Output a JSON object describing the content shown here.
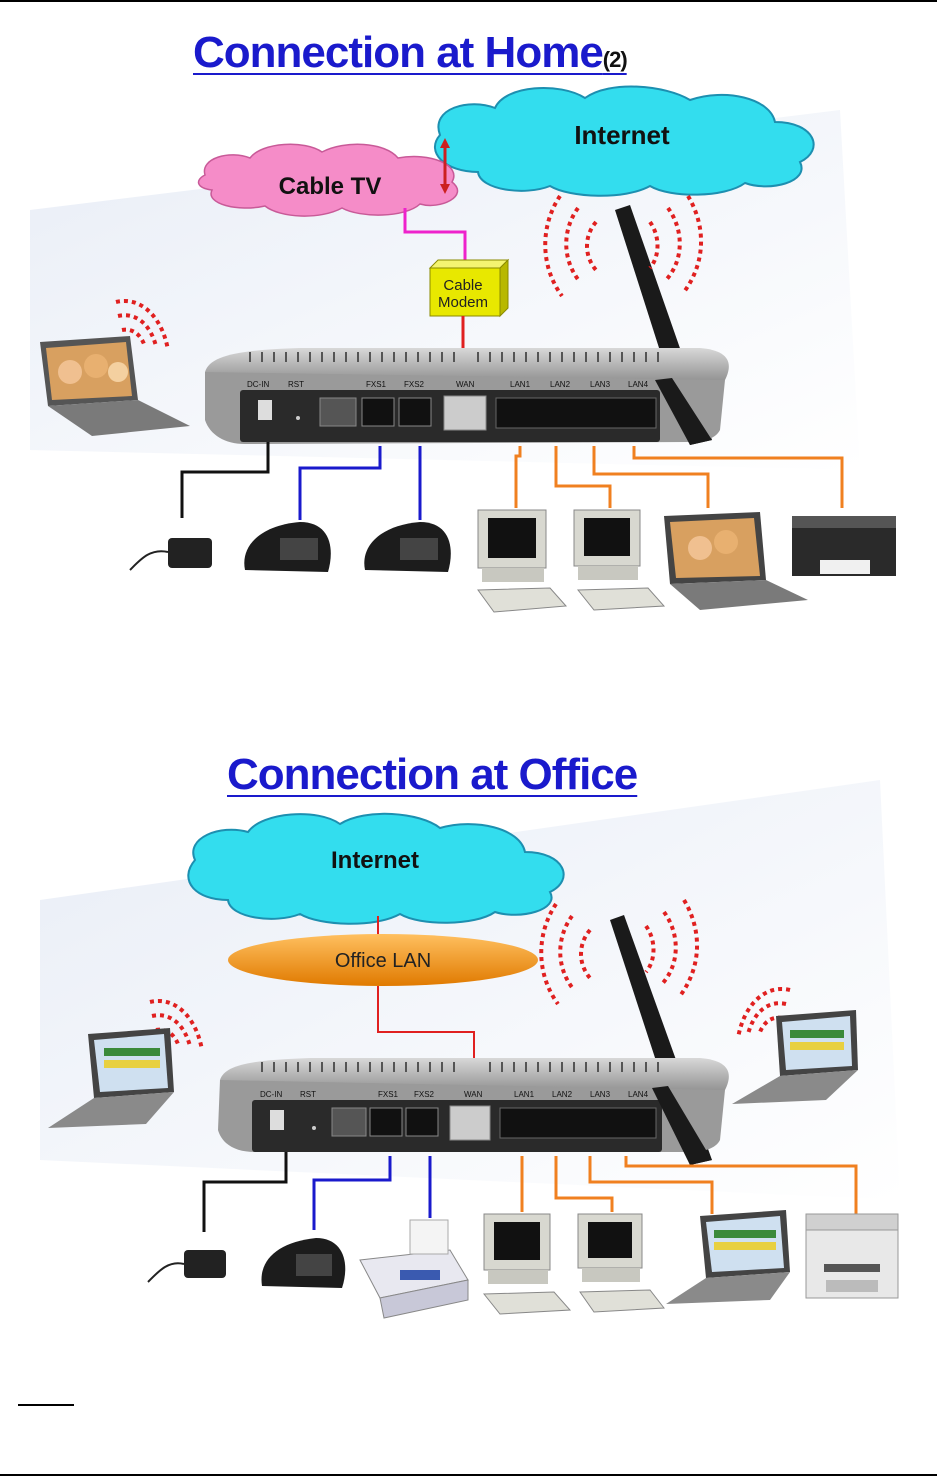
{
  "home": {
    "title": "Connection at Home",
    "title_suffix": "(2)",
    "internet_label": "Internet",
    "cable_tv_label": "Cable TV",
    "cable_modem_line1": "Cable",
    "cable_modem_line2": "Modem",
    "ports": [
      "DC-IN",
      "RST",
      "FXS1",
      "FXS2",
      "WAN",
      "LAN1",
      "LAN2",
      "LAN3",
      "LAN4"
    ]
  },
  "office": {
    "title": "Connection at Office",
    "internet_label": "Internet",
    "office_lan_label": "Office LAN",
    "ports": [
      "DC-IN",
      "RST",
      "FXS1",
      "FXS2",
      "WAN",
      "LAN1",
      "LAN2",
      "LAN3",
      "LAN4"
    ]
  },
  "colors": {
    "title_blue": "#1a1acc",
    "internet_cloud": "#33ddee",
    "cable_tv_cloud": "#f58cc8",
    "office_lan": "#f5a020",
    "lan_cable": "#f08020",
    "phone_cable": "#1a1acc",
    "wan_cable": "#e02020",
    "tv_cable": "#ee22cc",
    "wireless_wave": "#e02020",
    "modem": "#e8e800"
  }
}
